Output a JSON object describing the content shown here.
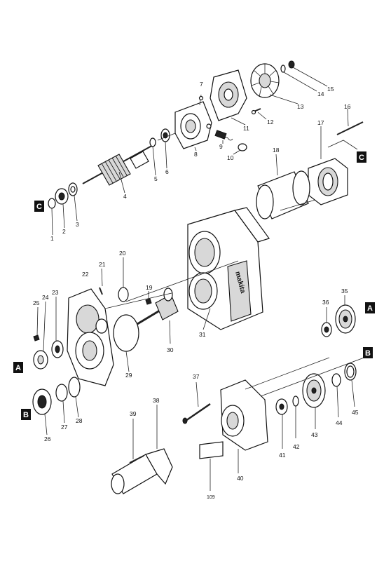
{
  "part_labels": [
    "1",
    "2",
    "3",
    "4",
    "5",
    "6",
    "7",
    "8",
    "9",
    "10",
    "11",
    "12",
    "13",
    "14",
    "15",
    "16",
    "17",
    "18",
    "19",
    "20",
    "21",
    "22",
    "23",
    "24",
    "25",
    "26",
    "27",
    "28",
    "29",
    "30",
    "31",
    "35",
    "36",
    "37",
    "38",
    "39",
    "40",
    "41",
    "42",
    "43",
    "44",
    "45",
    "109"
  ],
  "reference_markers": [
    "A",
    "B",
    "C"
  ],
  "housing_brand": "makita",
  "colors": {
    "line": "#111111",
    "badge": "#111111",
    "background": "#ffffff"
  }
}
